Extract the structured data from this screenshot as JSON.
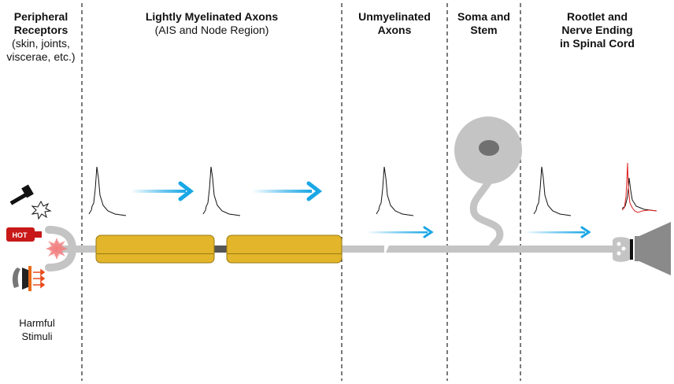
{
  "sections": [
    {
      "key": "peripheral",
      "lines": [
        "Peripheral",
        "Receptors",
        "(skin, joints,",
        "viscerae, etc.)"
      ]
    },
    {
      "key": "myelinated",
      "title": "Lightly Myelinated Axons",
      "subtitle": "(AIS and Node Region)"
    },
    {
      "key": "unmyelinated",
      "lines": [
        "Unmyelinated",
        "Axons"
      ]
    },
    {
      "key": "soma",
      "lines": [
        "Soma and",
        "Stem"
      ]
    },
    {
      "key": "rootlet",
      "lines": [
        "Rootlet and",
        "Nerve Ending",
        "in Spinal Cord"
      ]
    }
  ],
  "stimuli": {
    "hot_label": "HOT",
    "caption_lines": [
      "Harmful",
      "Stimuli"
    ]
  },
  "colors": {
    "axon": "#c4c4c4",
    "myelin": "#e2b52a",
    "signal_arrow": "#1aa7e6",
    "trace_red": "#e02020",
    "hot_can": "#c81818"
  }
}
